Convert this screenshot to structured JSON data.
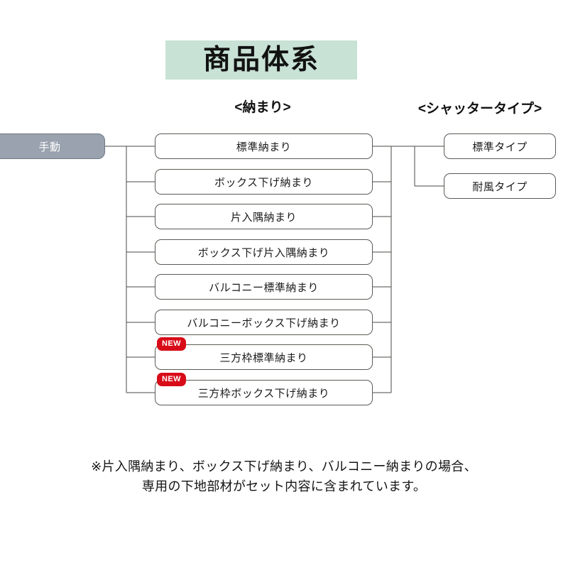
{
  "title": {
    "text": "商品体系",
    "band_color": "#c8e2d5"
  },
  "headings": {
    "osamari": "<納まり>",
    "shutter": "<シャッタータイプ>"
  },
  "root": {
    "label": "手動",
    "fill_color": "#99a2ae",
    "text_color": "#ffffff"
  },
  "osamari_nodes": [
    {
      "label": "標準納まり",
      "badge": ""
    },
    {
      "label": "ボックス下げ納まり",
      "badge": ""
    },
    {
      "label": "片入隅納まり",
      "badge": ""
    },
    {
      "label": "ボックス下げ片入隅納まり",
      "badge": ""
    },
    {
      "label": "バルコニー標準納まり",
      "badge": ""
    },
    {
      "label": "バルコニーボックス下げ納まり",
      "badge": ""
    },
    {
      "label": "三方枠標準納まり",
      "badge": "NEW"
    },
    {
      "label": "三方枠ボックス下げ納まり",
      "badge": "NEW"
    }
  ],
  "shutter_nodes": [
    {
      "label": "標準タイプ"
    },
    {
      "label": "耐風タイプ"
    }
  ],
  "badge": {
    "color": "#d80c18",
    "text_color": "#ffffff"
  },
  "footnote": {
    "line1": "※片入隅納まり、ボックス下げ納まり、バルコニー納まりの場合、",
    "line2": "専用の下地部材がセット内容に含まれています。"
  }
}
